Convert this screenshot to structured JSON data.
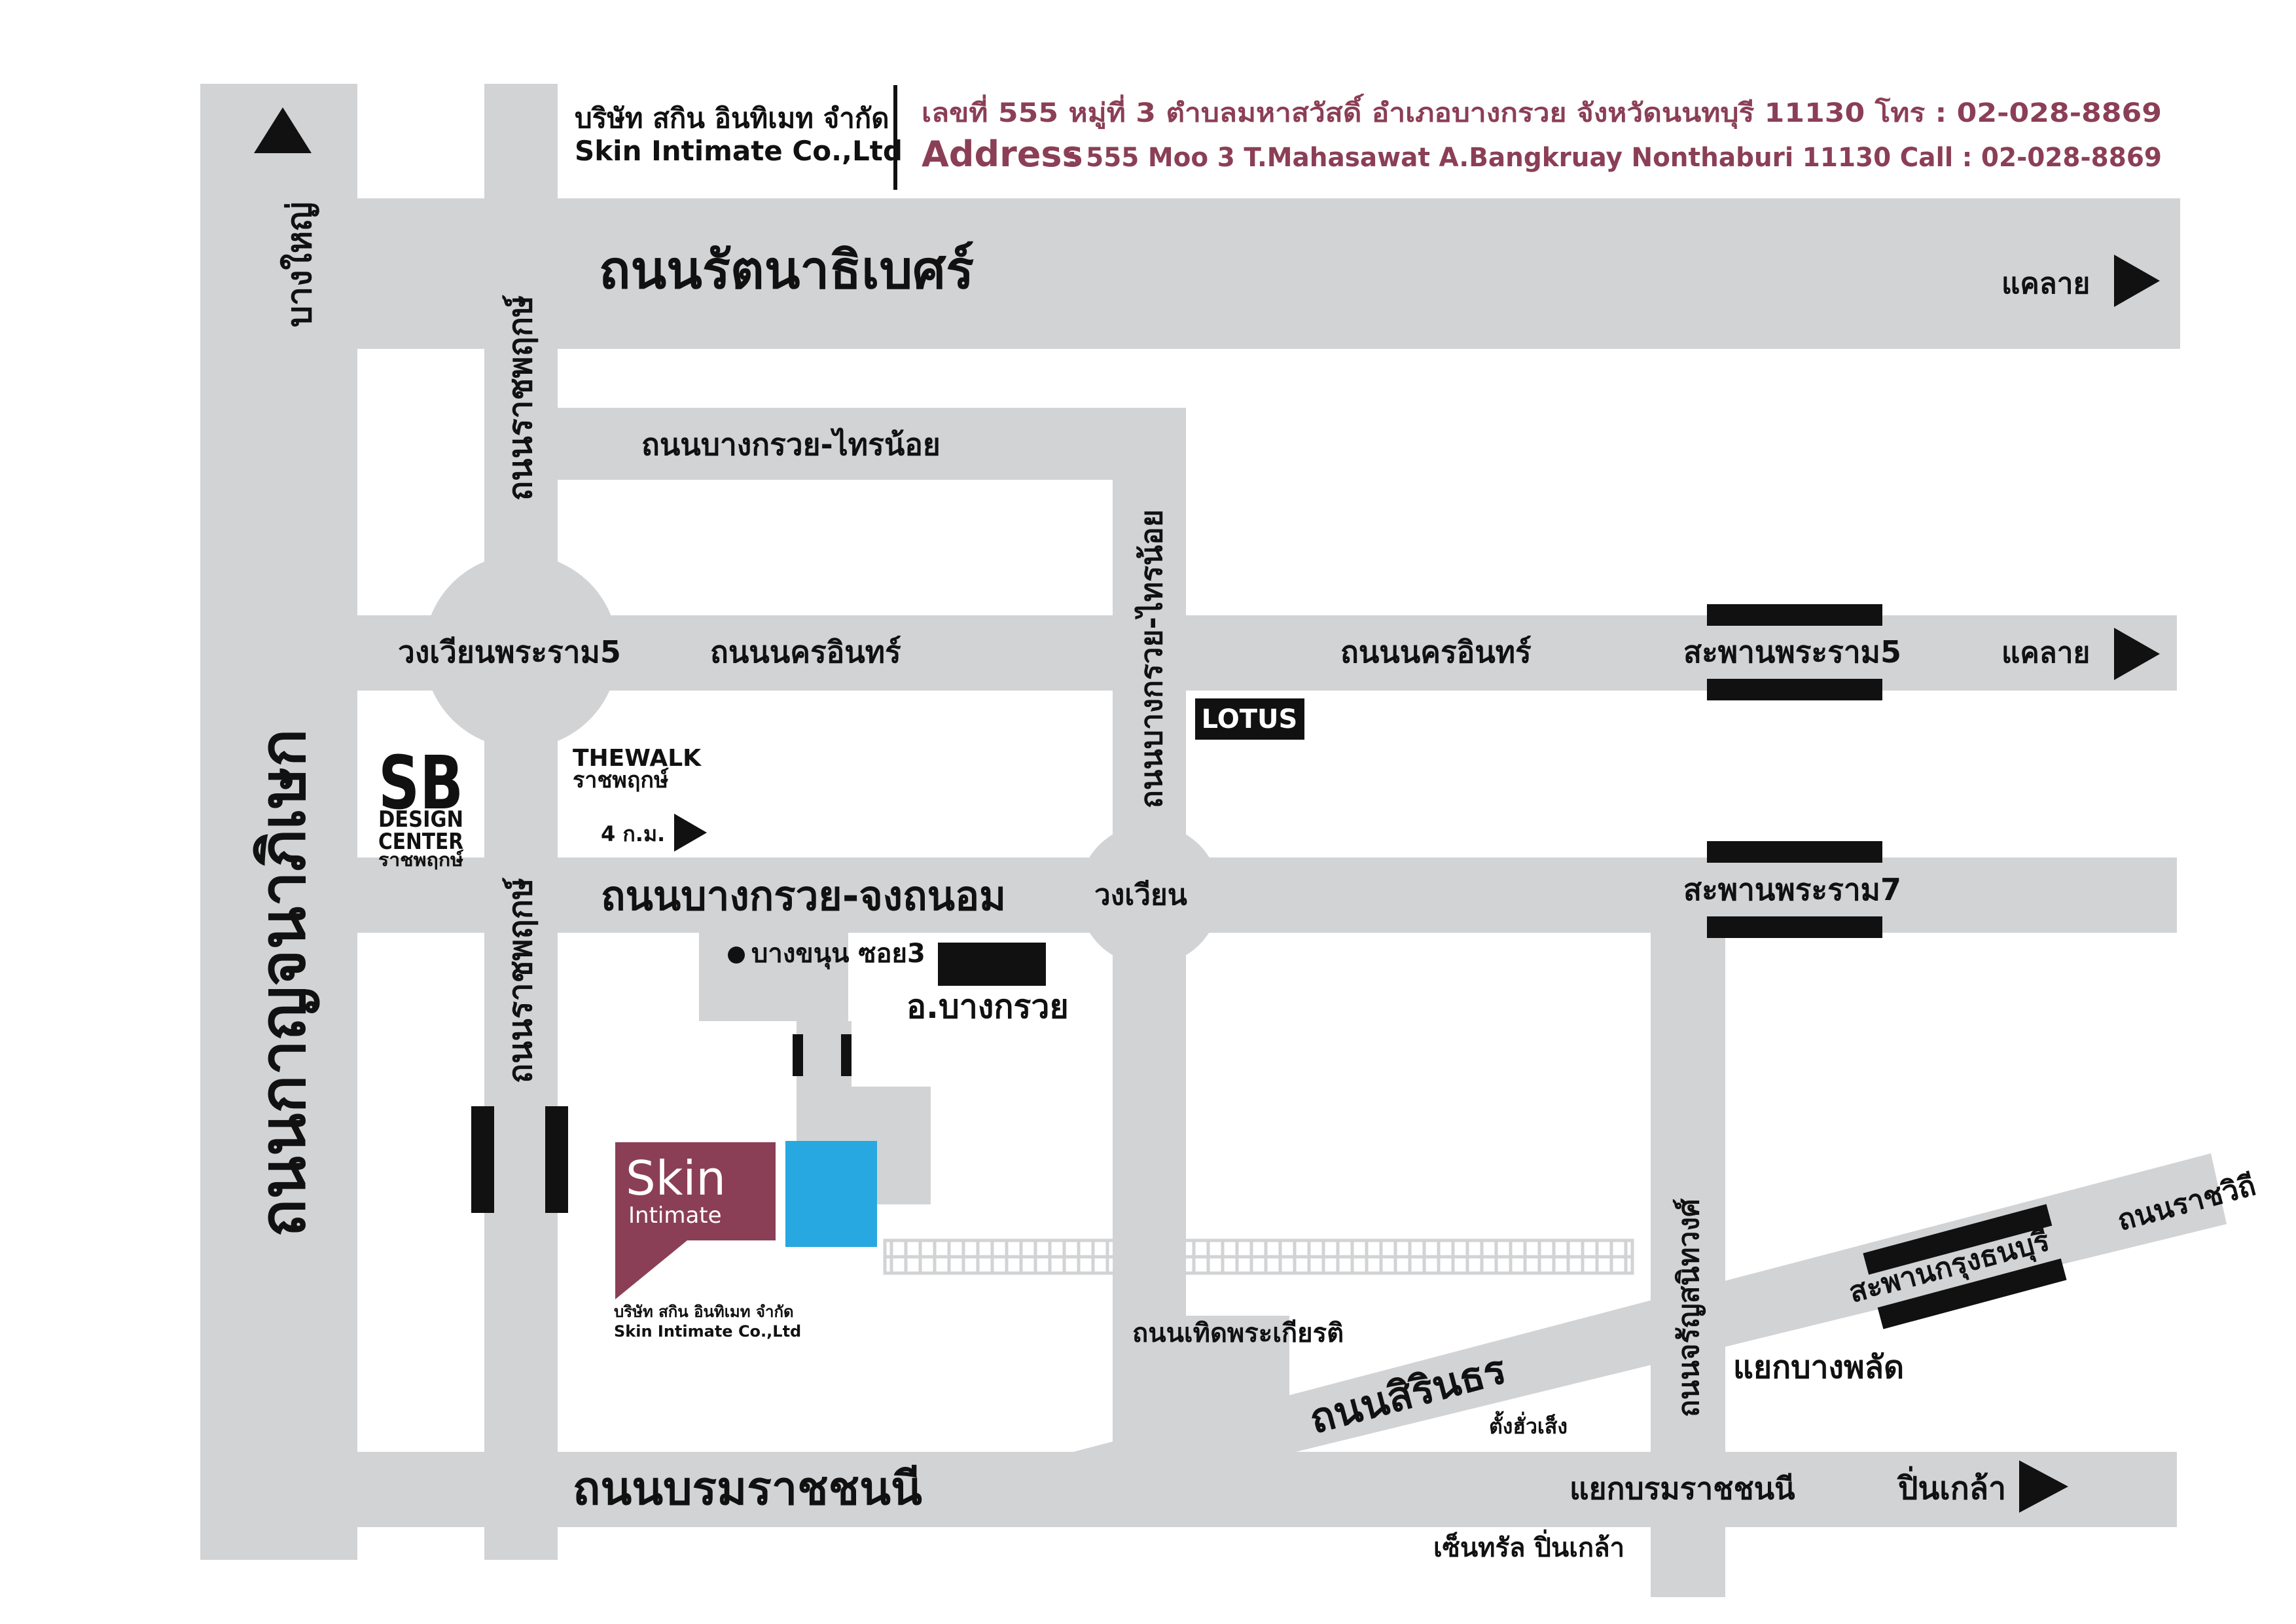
{
  "header": {
    "company_th": "บริษัท สกิน อินทิเมท จำกัด",
    "company_en": "Skin Intimate Co.,Ltd",
    "address_th": "เลขที่ 555 หมู่ที่ 3 ตำบลมหาสวัสดิ์ อำเภอบางกรวย จังหวัดนนทบุรี 11130 โทร : 02-028-8869",
    "address_en_label": "Address",
    "address_en": " : 555 Moo 3 T.Mahasawat A.Bangkruay Nonthaburi 11130 Call : 02-028-8869",
    "accent_color": "#8b3f56"
  },
  "roads": {
    "ratanathibet": "ถนนรัตนาธิเบศร์",
    "kanchanaphisek": "ถนนกาญจนาภิเษก",
    "ratchaphruek_upper": "ถนนราชพฤกษ์",
    "ratchaphruek_lower": "ถนนราชพฤกษ์",
    "bangkruay_sainoi_h": "ถนนบางกรวย-ไทรน้อย",
    "bangkruay_sainoi_v": "ถนนบางกรวย-ไทรน้อย",
    "nakhon_in_left": "ถนนนครอินทร์",
    "nakhon_in_right": "ถนนนครอินทร์",
    "bangkruay_chongthanom": "ถนนบางกรวย-จงถนอม",
    "charansanitwong": "ถนนจรัญสนิทวงศ์",
    "sirindhorn": "ถนนสิรินธร",
    "ratchawithi": "ถนนราชวิถี",
    "borommaratchachonnani": "ถนนบรมราชชนนี",
    "thoetphrakiat": "ถนนเทิดพระเกียรติ"
  },
  "places": {
    "bang_yai": "บางใหญ่",
    "khae_lai_1": "แคลาย",
    "khae_lai_2": "แคลาย",
    "pin_klao": "ปิ่นเกล้า",
    "rama5_circle": "วงเวียนพระราม5",
    "circle": "วงเวียน",
    "rama5_bridge": "สะพานพระราม5",
    "rama7_bridge": "สะพานพระราม7",
    "krung_thon_buri_bridge": "สะพานกรุงธนบุรี",
    "bang_phlat_junction": "แยกบางพลัด",
    "borom_junction": "แยกบรมราชชนนี",
    "central_pinklao": "เซ็นทรัล ปิ่นเกล้า",
    "tang_hua_seng": "ตั้งฮั่วเส็ง",
    "bang_khanun": "บางขนุน ซอย3",
    "amphoe_bangkruay": "อ.บางกรวย",
    "lotus": "LOTUS",
    "thewalk": "THEWALK",
    "thewalk_sub": "ราชพฤกษ์",
    "thewalk_dist": "4 ก.ม.",
    "sb_big": "SB",
    "sb_l1": "DESIGN",
    "sb_l2": "CENTER",
    "sb_l3": "ราชพฤกษ์"
  },
  "logo": {
    "word1": "Skin",
    "word2": "Intimate",
    "caption_th": "บริษัท สกิน อินทิเมท จำกัด",
    "caption_en": "Skin Intimate Co.,Ltd",
    "maroon": "#8b3f56",
    "blue": "#27a8e0"
  }
}
